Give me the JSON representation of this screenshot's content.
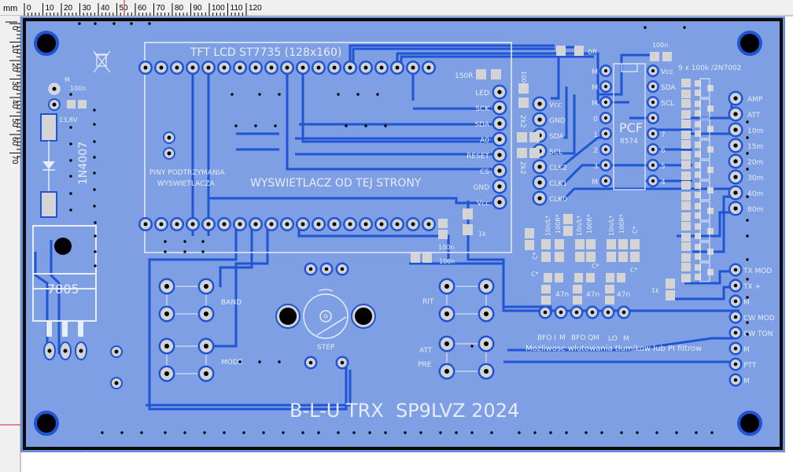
{
  "app": {
    "ruler_unit": "mm",
    "ruler_top_ticks": [
      "0",
      "10",
      "20",
      "30",
      "40",
      "50",
      "60",
      "70",
      "80",
      "90",
      "100",
      "110",
      "120"
    ],
    "ruler_left_ticks": [
      "0",
      "10",
      "20",
      "30",
      "40",
      "50",
      "60",
      "70"
    ]
  },
  "colors": {
    "board": "#7e9fe3",
    "copper": "#1f55d4",
    "pad": "#d4d4d4",
    "silkscreen": "#e8eef8",
    "outline": "#0a0a0a",
    "cursor_marker": "#d0202a"
  },
  "board": {
    "title": "B-L-U TRX  SP9LVZ 2024",
    "lcd_label": "TFT LCD ST7735 (128x160)",
    "display_side_label": "WYSWIETLACZ OD TEJ STRONY",
    "support_pins_label": [
      "PINY PODTRZYMANIA",
      "WYSWIETLACZA"
    ],
    "regulator_label": "7805",
    "diode_label": "1N4007",
    "power_labels": {
      "m": "M",
      "cap": "100n",
      "voltage": "13,8V"
    },
    "lcd_pins": [
      "LED",
      "SCK",
      "SDA",
      "A0",
      "RESET",
      "CS",
      "GND",
      "Vcc"
    ],
    "lcd_resistor": "150R",
    "si5351_pins": [
      "Vcc",
      "GND",
      "SDA",
      "SCL",
      "CLK2",
      "CLK1",
      "CLK0"
    ],
    "si5351_parts": {
      "cap": "100n",
      "r1": "2k2",
      "r2": "2k2"
    },
    "zero_ohm": "0R",
    "pcf": {
      "name": "PCF",
      "part": "8574",
      "cap": "100n",
      "left_pins": [
        "M",
        "M",
        "M",
        "0",
        "1",
        "2",
        "3",
        "M"
      ],
      "right_pins": [
        "Vcc",
        "SDA",
        "SCL",
        "",
        "7",
        "6",
        "5",
        "4"
      ]
    },
    "mosfet_label": "9 x 100k /2N7002",
    "outputs": [
      "AMP",
      "ATT",
      "10m",
      "15m",
      "20m",
      "30m",
      "40m",
      "80m"
    ],
    "io_pins": [
      "TX MOD",
      "TX +",
      "M",
      "CW MOD",
      "CW TON",
      "M",
      "PTT",
      "M"
    ],
    "mixer_labels": [
      "C*",
      "10n/L*",
      "100R*",
      "C*",
      "10n/L*",
      "100R*",
      "C*",
      "10n/L*",
      "100R*",
      "C*",
      "C*",
      "C*"
    ],
    "mixer_caps": [
      "47n",
      "47n",
      "47n"
    ],
    "mixer_out_labels": [
      "BFO I",
      "M",
      "BFO Q",
      "M",
      "LO",
      "M"
    ],
    "mixer_note": "Mozliwosc wlutowania tlumikow lub PI filtrow",
    "misc_parts": {
      "c1": "100n",
      "c2": "100n",
      "r1": "1k",
      "r2": "1k"
    },
    "switches": [
      "BAND",
      "MODE",
      "RIT",
      "ATT",
      "PRE"
    ],
    "encoder_label": "STEP"
  }
}
